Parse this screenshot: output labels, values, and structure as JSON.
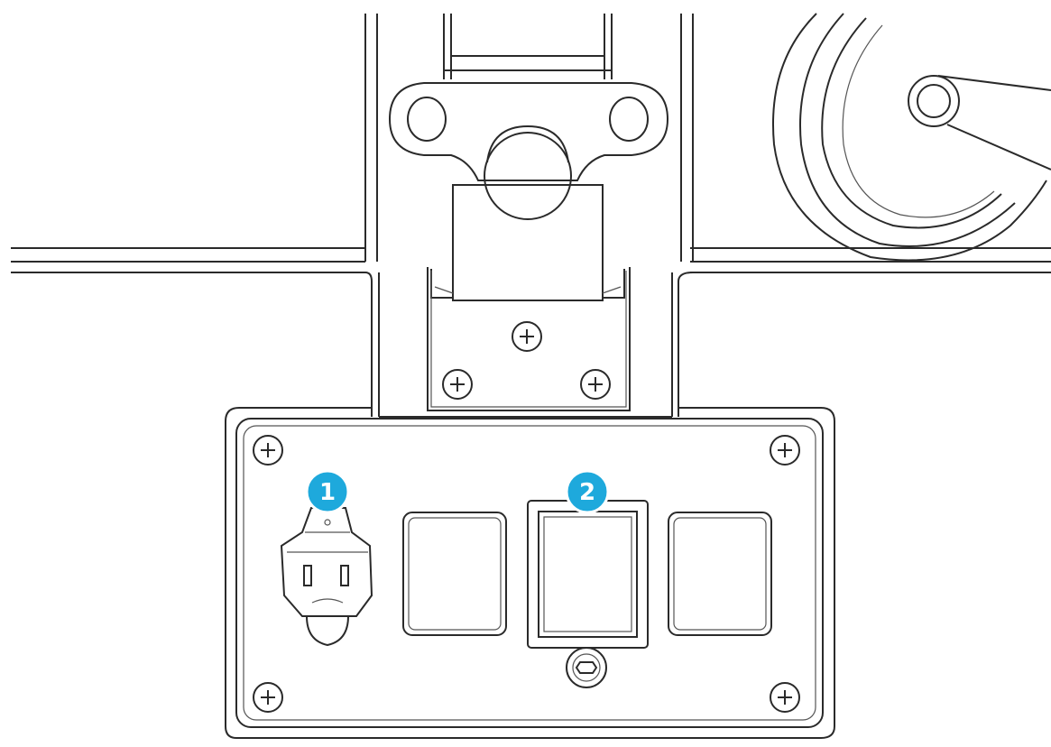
{
  "colors": {
    "line": "#2a2a2a",
    "callout_fill": "#1ea9dc",
    "callout_text": "#ffffff"
  },
  "callouts": [
    {
      "id": "1",
      "label": "1"
    },
    {
      "id": "2",
      "label": "2"
    }
  ],
  "icons": {
    "screw": "phillips-screw-icon"
  }
}
